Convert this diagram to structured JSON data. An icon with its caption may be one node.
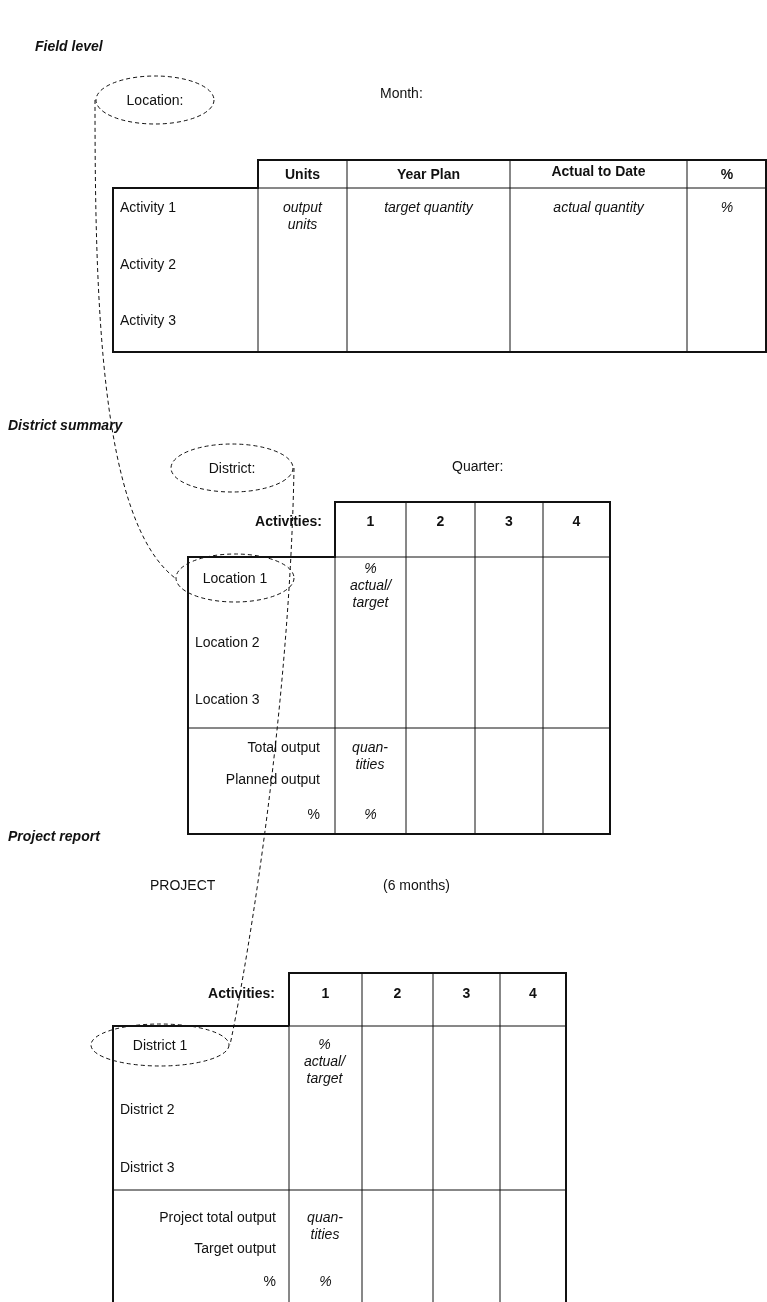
{
  "diagram": {
    "nodes": [
      {
        "text": [
          "Location:"
        ]
      },
      {
        "text": [
          "Location 1"
        ]
      },
      {
        "text": [
          "District:"
        ]
      },
      {
        "text": [
          "District 1"
        ]
      }
    ],
    "edges": [
      {
        "from": 0,
        "to": 1,
        "arrow": "none",
        "style": "dashed"
      },
      {
        "from": 2,
        "to": 3,
        "arrow": "none",
        "style": "dashed"
      }
    ],
    "labels": [
      "Field level",
      "Month:",
      "Units",
      "Year Plan",
      "Actual to Date",
      "%",
      "Activity 1",
      "output units",
      "target quantity",
      "actual quantity",
      "%",
      "Activity 2",
      "Activity 3",
      "District summary",
      "Quarter:",
      "Activities:",
      "1",
      "2",
      "3",
      "4",
      "% actual/ target",
      "Location 2",
      "Location 3",
      "Total output",
      "quan- tities",
      "Planned output",
      "%",
      "%",
      "Project report",
      "PROJECT",
      "(6 months)",
      "Activities:",
      "1",
      "2",
      "3",
      "4",
      "% actual/ target",
      "District 2",
      "District 3",
      "Project total output",
      "quan- tities",
      "Target output",
      "%",
      "%"
    ]
  }
}
